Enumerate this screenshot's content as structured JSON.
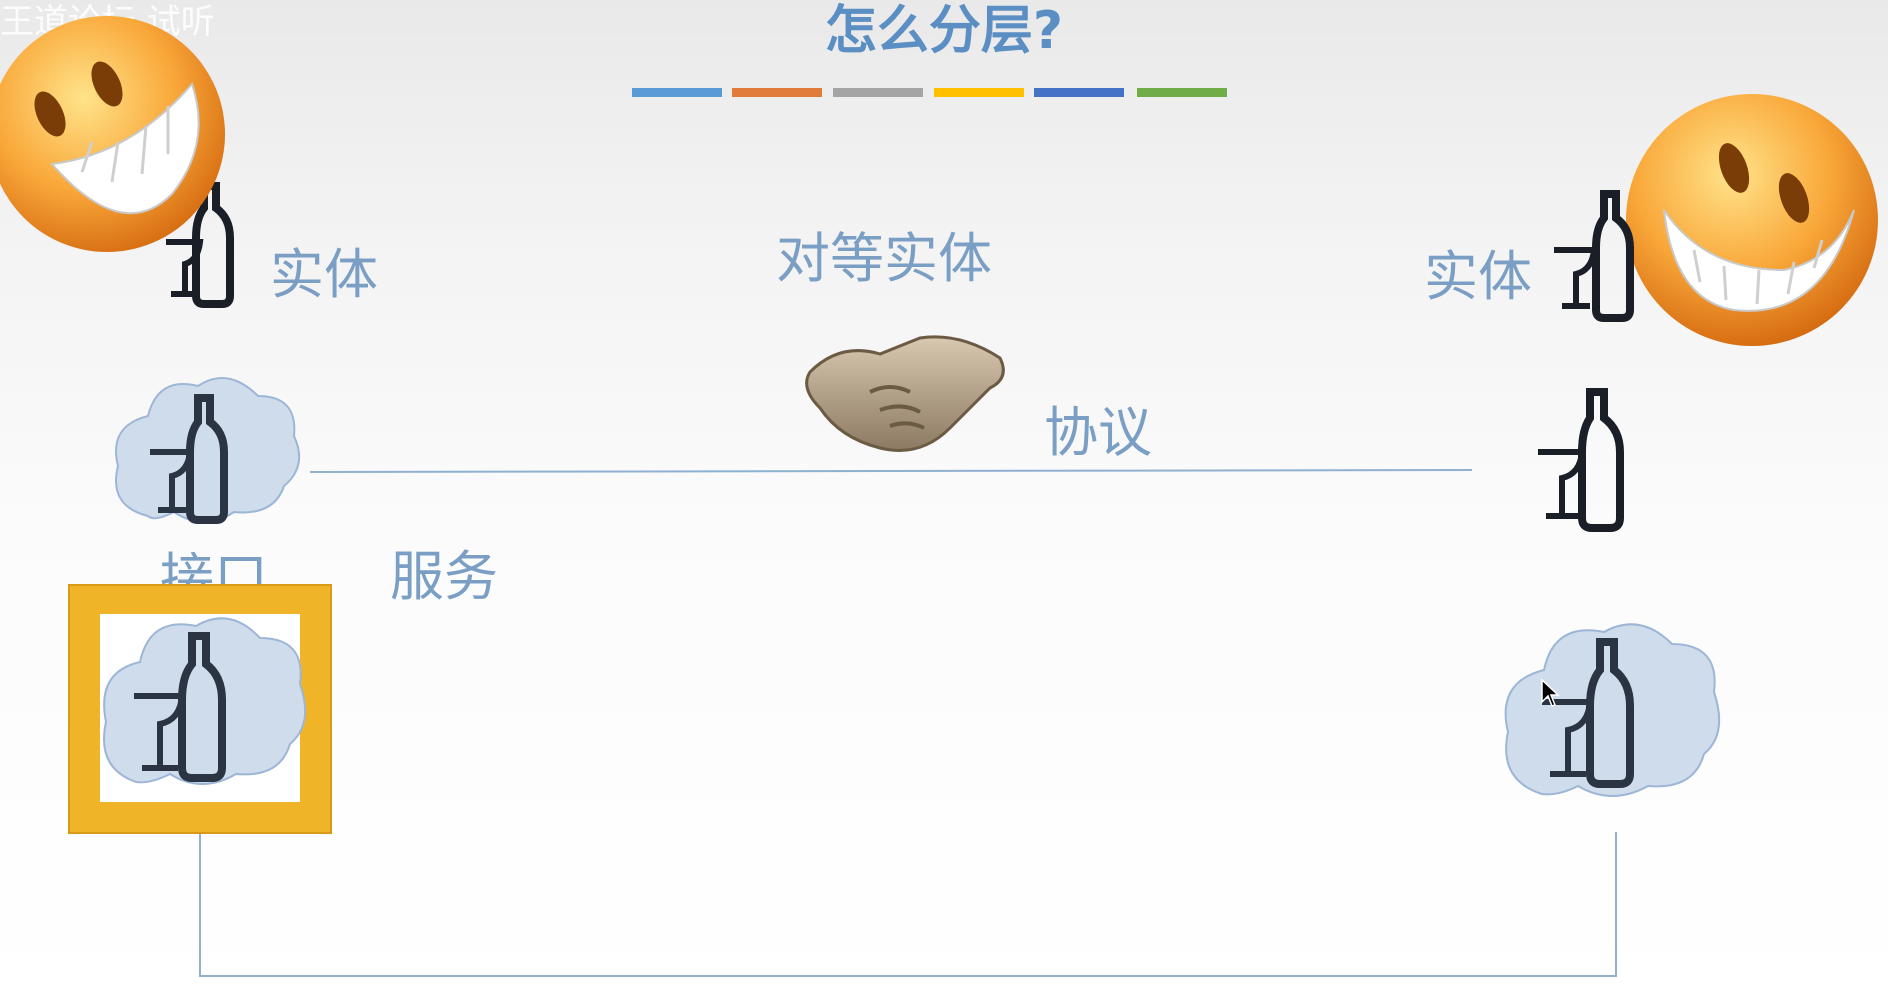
{
  "watermark": "王道论坛 试听",
  "title": "怎么分层?",
  "color_bars": [
    "#5b9bd5",
    "#e07b39",
    "#a5a5a5",
    "#ffc000",
    "#4472c4",
    "#70ad47"
  ],
  "labels": {
    "entity_left": "实体",
    "peer_entities": "对等实体",
    "entity_right": "实体",
    "protocol": "协议",
    "interface": "接口",
    "service": "服务"
  },
  "icons": {
    "smiley": "grinning-face",
    "handshake": "handshake",
    "entity": "wine-bottle-and-glass",
    "cloud": "cloud"
  },
  "colors": {
    "label_text": "#7a9ec4",
    "title_text": "#5b8fc4",
    "interface_box": "#f0b429",
    "cloud_fill": "#cfdcec",
    "icon_dark": "#2a3442",
    "line": "#8fb0cf"
  }
}
